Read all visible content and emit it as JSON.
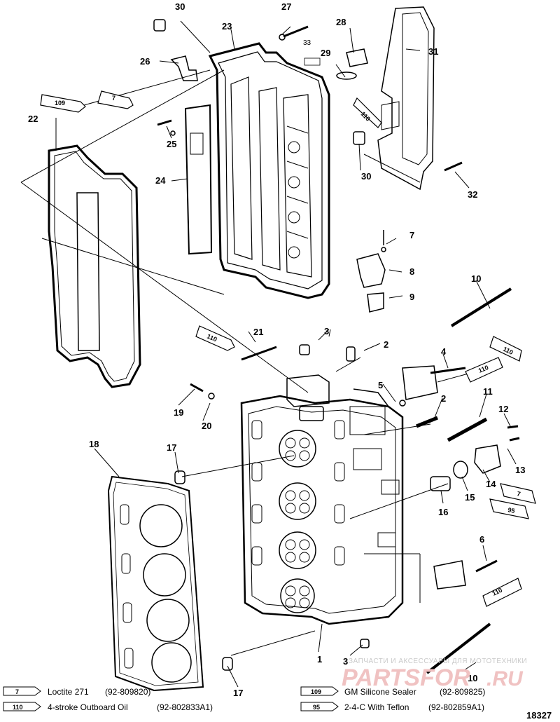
{
  "callouts": {
    "c1": "1",
    "c2a": "2",
    "c2b": "2",
    "c3a": "3",
    "c3b": "3",
    "c4": "4",
    "c5": "5",
    "c6": "6",
    "c7": "7",
    "c8": "8",
    "c9": "9",
    "c10a": "10",
    "c10b": "10",
    "c11": "11",
    "c12": "12",
    "c13": "13",
    "c14": "14",
    "c15": "15",
    "c16": "16",
    "c17a": "17",
    "c17b": "17",
    "c18": "18",
    "c19": "19",
    "c20": "20",
    "c21": "21",
    "c22": "22",
    "c23": "23",
    "c24": "24",
    "c25": "25",
    "c26": "26",
    "c27": "27",
    "c28": "28",
    "c29": "29",
    "c30a": "30",
    "c30b": "30",
    "c31": "31",
    "c32": "32",
    "c33": "33"
  },
  "tubes": {
    "t7a": "7",
    "t109": "109",
    "t110a": "110",
    "t110b": "110",
    "t110c": "110",
    "t110d": "110",
    "t110e": "110",
    "t7b": "7",
    "t95": "95"
  },
  "legend": [
    {
      "tube": "7",
      "name": "Loctite 271",
      "part": "(92-809820)"
    },
    {
      "tube": "110",
      "name": "4-stroke Outboard Oil",
      "part": "(92-802833A1)"
    },
    {
      "tube": "109",
      "name": "GM Silicone Sealer",
      "part": "(92-809825)"
    },
    {
      "tube": "95",
      "name": "2-4-C With Teflon",
      "part": "(92-802859A1)"
    }
  ],
  "watermark": {
    "line": "ЗАПЧАСТИ И АКСЕССУАРЫ ДЛЯ МОТОТЕХНИКИ",
    "logo": "PARTSFOR",
    "tld": ".RU"
  },
  "figure_number": "18327"
}
